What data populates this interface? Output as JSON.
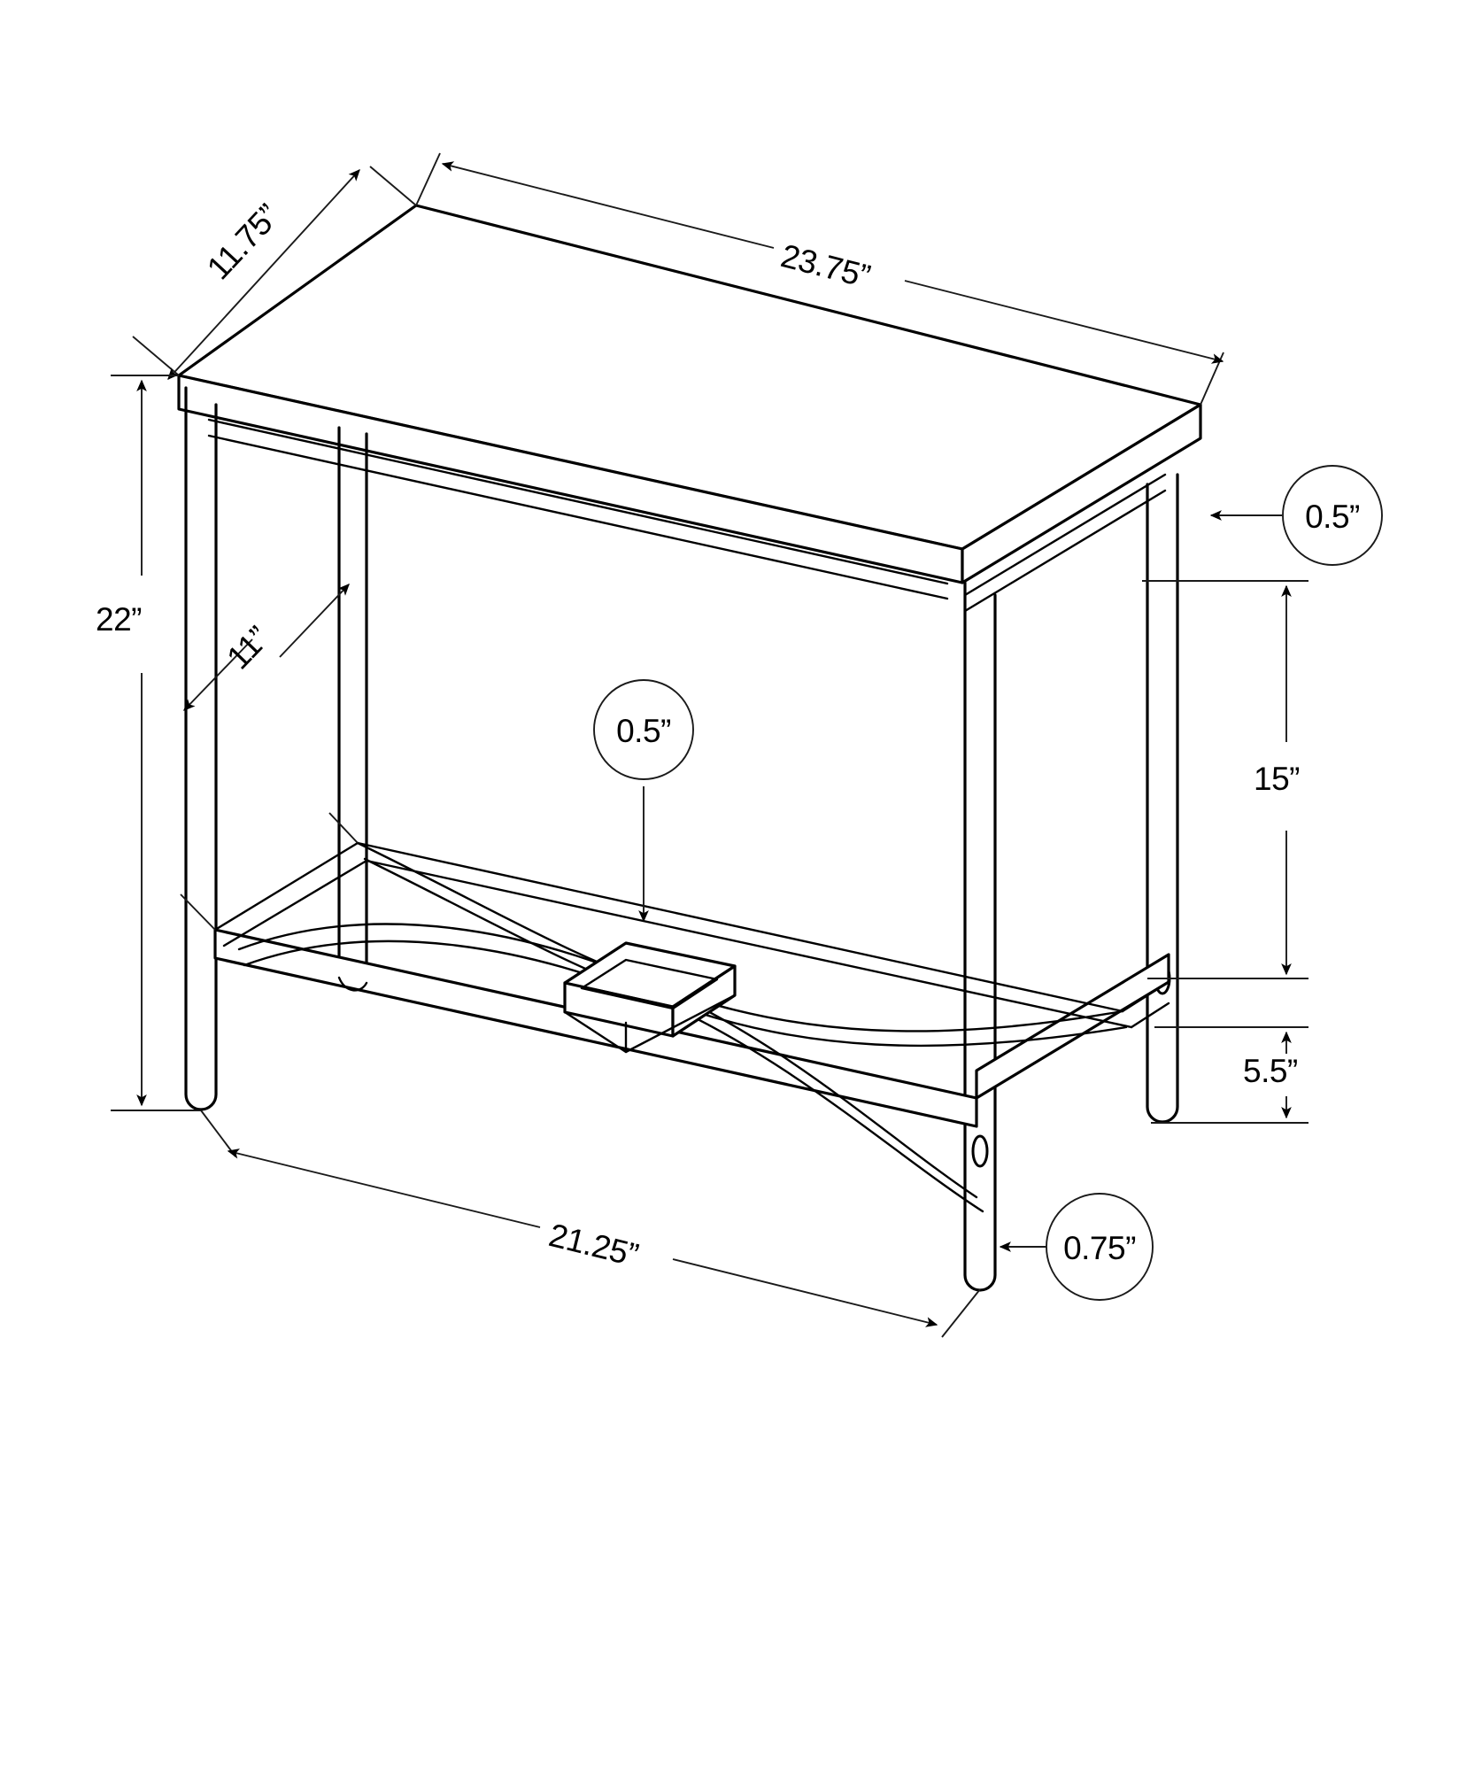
{
  "drawing": {
    "title": "Console Accent Table Dimension Drawing",
    "subject": "console-table",
    "units": "inches",
    "view": "isometric",
    "background_color": "#ffffff",
    "line_color": "#000000",
    "dimension_color": "#1a1a1a"
  },
  "dimensions": {
    "depth_top": "11.75”",
    "width_top": "23.75”",
    "height_total": "22”",
    "depth_shelf": "11”",
    "width_shelf_bottom": "21.25”",
    "height_upper_clearance": "15”",
    "height_lower_clearance": "5.5”"
  },
  "callouts": {
    "top_thickness": "0.5”",
    "shelf_thickness": "0.5”",
    "leg_diameter": "0.75”"
  },
  "labels": [
    {
      "id": "depth-top",
      "text": "11.75”",
      "role": "linear-dimension"
    },
    {
      "id": "width-top",
      "text": "23.75”",
      "role": "linear-dimension"
    },
    {
      "id": "height-total",
      "text": "22”",
      "role": "linear-dimension"
    },
    {
      "id": "depth-shelf",
      "text": "11”",
      "role": "linear-dimension"
    },
    {
      "id": "width-shelf",
      "text": "21.25”",
      "role": "linear-dimension"
    },
    {
      "id": "height-upper",
      "text": "15”",
      "role": "linear-dimension"
    },
    {
      "id": "height-lower",
      "text": "5.5”",
      "role": "linear-dimension"
    },
    {
      "id": "top-thickness",
      "text": "0.5”",
      "role": "balloon-callout"
    },
    {
      "id": "shelf-thickness",
      "text": "0.5”",
      "role": "balloon-callout"
    },
    {
      "id": "leg-diameter",
      "text": "0.75”",
      "role": "balloon-callout"
    }
  ]
}
